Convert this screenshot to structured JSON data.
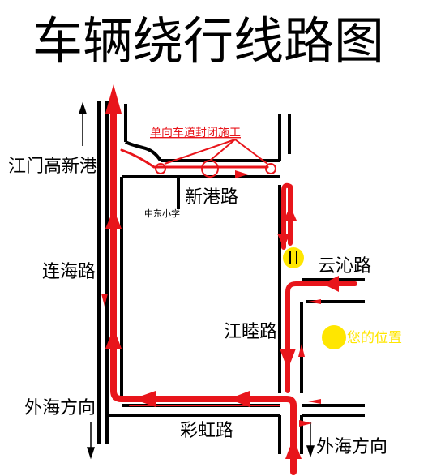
{
  "title": "车辆绕行线路图",
  "labels": {
    "jiangmen_port": "江门高新港",
    "xingang_road": "新港路",
    "zhongdong_school": "中东小学",
    "lianhai_road": "连海路",
    "yunqin_road": "云沁路",
    "jiangmu_road": "江睦路",
    "caihong_road": "彩虹路",
    "to_waihai_left": "外海方向",
    "to_waihai_bottom": "外海方向",
    "closure_notice": "单向车道封闭施工",
    "your_position": "您的位置"
  },
  "colors": {
    "route": "#e8151b",
    "road_edge": "#000000",
    "your_position": "#ffe600",
    "closure_marker": "#e8151b"
  },
  "markers": {
    "closure_markers": 3,
    "warning_marker": "yellow-circle-icon"
  }
}
